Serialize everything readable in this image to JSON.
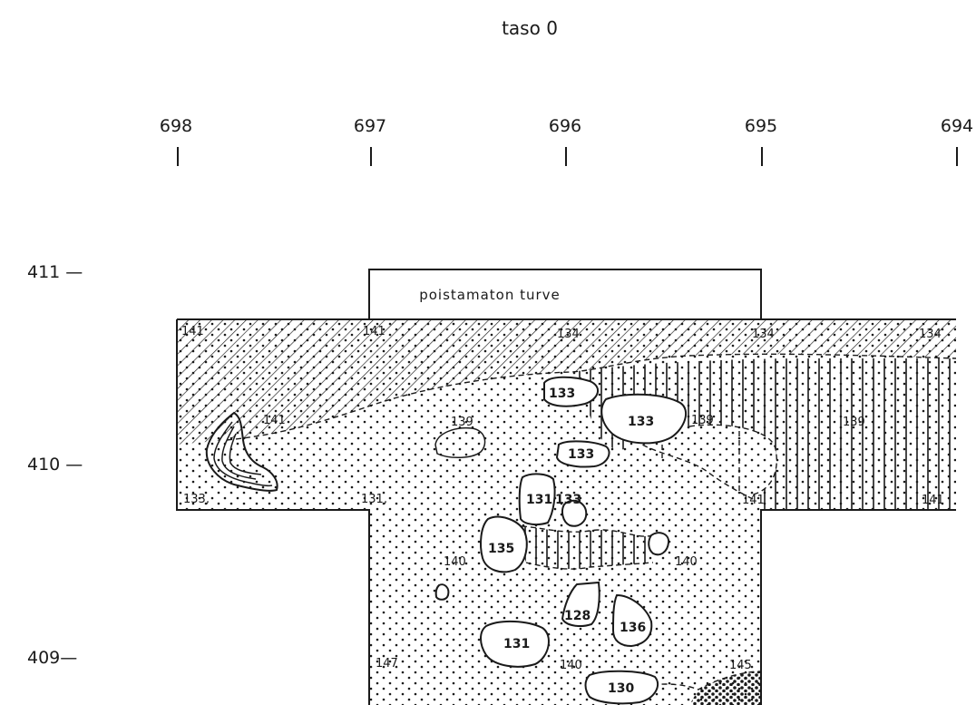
{
  "title": "taso 0",
  "x_ticks": [
    "698",
    "697",
    "696",
    "695",
    "694"
  ],
  "y_ticks": [
    "411 —",
    "410 —",
    "409—"
  ],
  "annotation": "poistamaton turve",
  "labels": {
    "l141a": "141",
    "l141b": "141",
    "l134a": "134",
    "l134b": "134",
    "l134c": "134",
    "l141c": "141",
    "l139a": "139",
    "l139b": "139",
    "l139c": "139",
    "l133a": "133",
    "l133b": "133",
    "l133c": "133",
    "l133d": "133,",
    "l131a": "131,",
    "l131b": "131",
    "l133e": "133",
    "l141d": "141",
    "l141e": "141",
    "l135": "135",
    "l140a": "140",
    "l140b": "140",
    "l140c": "140",
    "l128": "128",
    "l136": "136",
    "l131c": "131",
    "l147": "147",
    "l145": "145",
    "l130": "130"
  },
  "colors": {
    "ink": "#1a1a1a",
    "paper": "#ffffff"
  }
}
